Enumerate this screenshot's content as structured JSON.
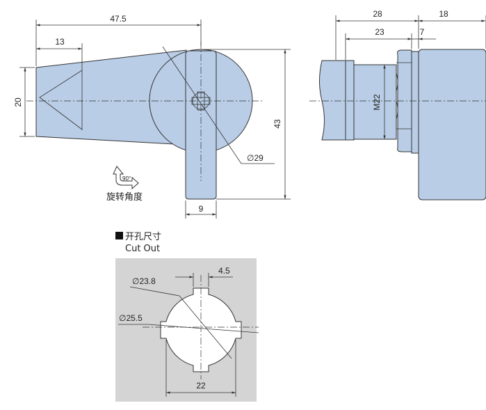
{
  "side_view": {
    "dims": {
      "overall_length": "47.5",
      "shaft_length": "13",
      "shaft_height": "20",
      "total_height": "43",
      "knob_diameter": "∅29",
      "lever_width": "9"
    },
    "rotation_angle": "90°",
    "rotation_label": "旋转角度"
  },
  "front_view": {
    "dims": {
      "depth_28": "28",
      "knob_18": "18",
      "body_23": "23",
      "nut_7": "7",
      "thread": "M22"
    }
  },
  "cutout": {
    "title_cn": "开孔尺寸",
    "title_en": "Cut Out",
    "dims": {
      "inner_diameter": "∅23.8",
      "key_width": "4.5",
      "outer_diameter": "∅25.5",
      "flat_width": "22"
    }
  },
  "colors": {
    "part_fill": "#b9cde6",
    "cutout_bg": "#d4d4d4",
    "outline": "#333333"
  }
}
